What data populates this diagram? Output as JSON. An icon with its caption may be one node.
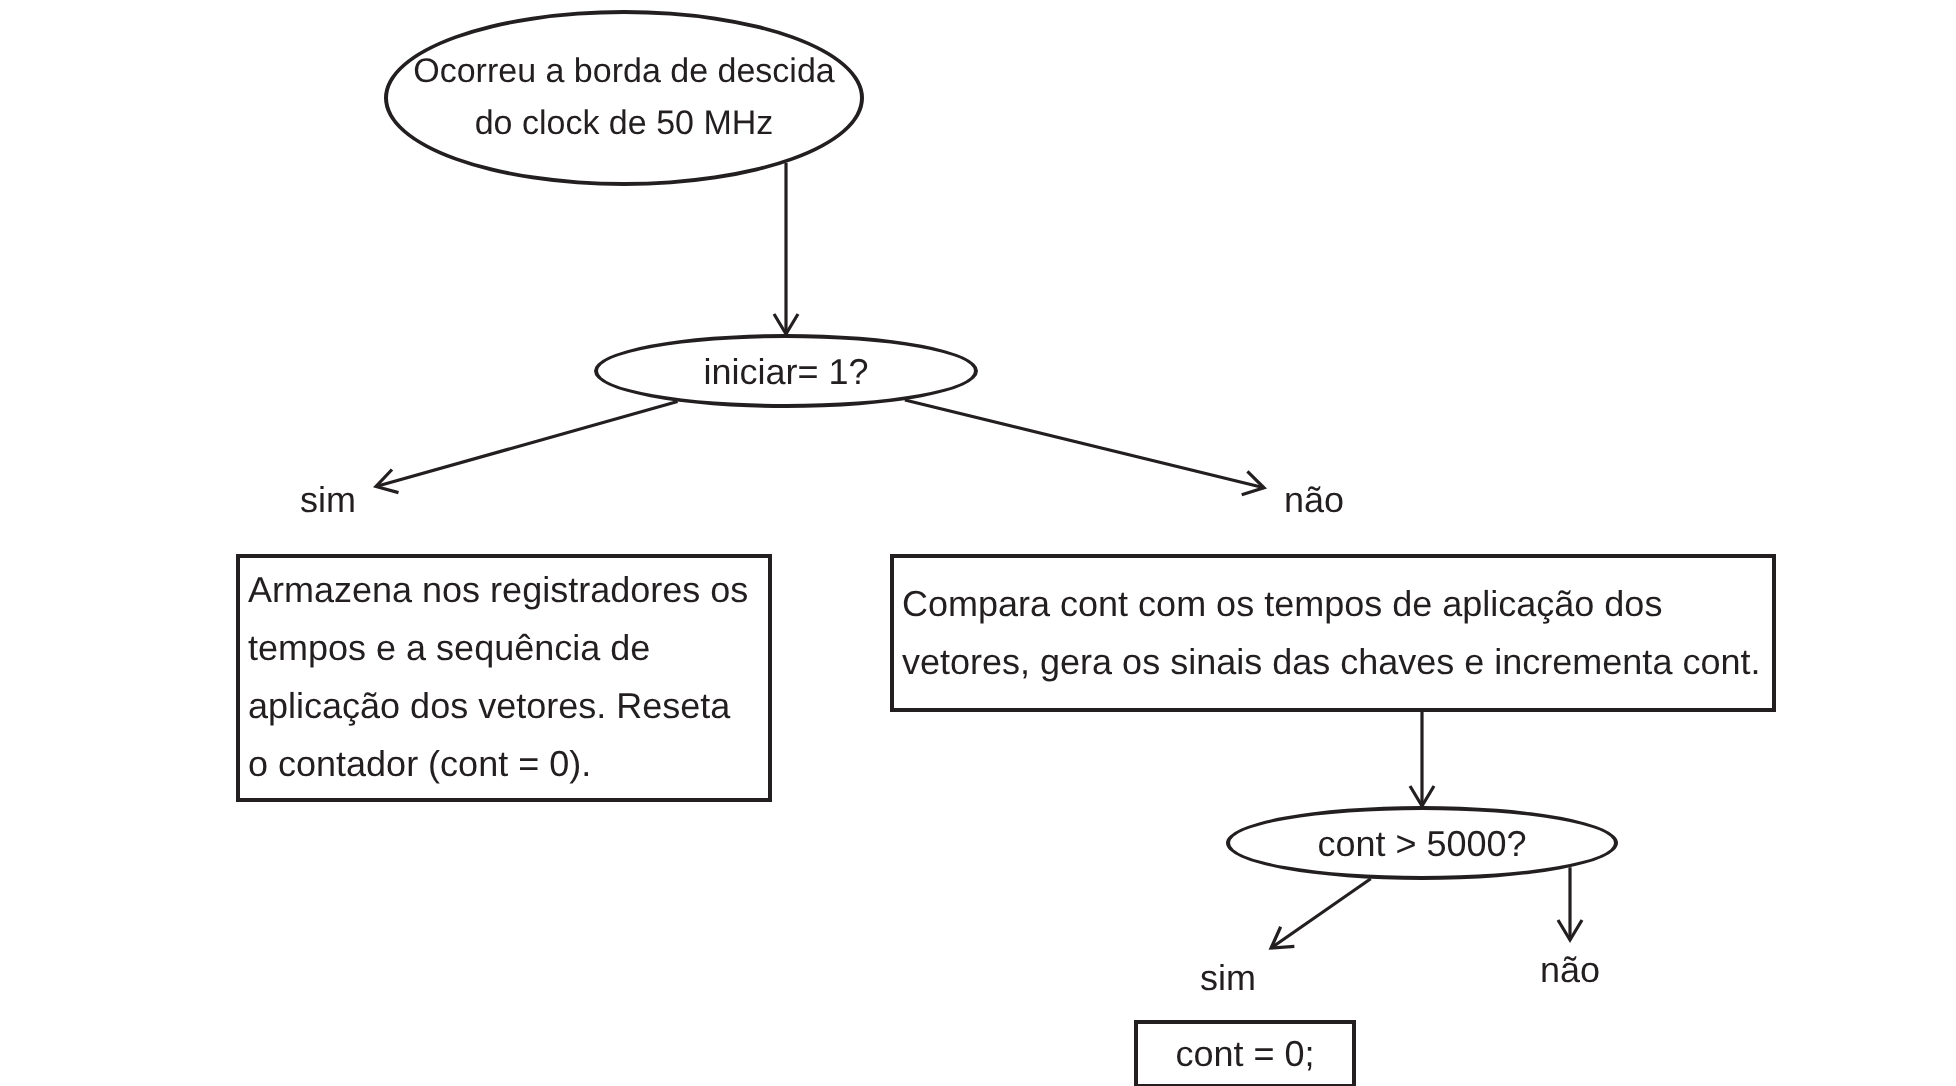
{
  "diagram": {
    "nodes": [
      {
        "text": [
          "Ocorreu a borda de descida do clock de 50 MHz"
        ]
      },
      {
        "text": [
          "iniciar= 1?"
        ]
      },
      {
        "text": [
          "sim"
        ]
      },
      {
        "text": [
          "não"
        ]
      },
      {
        "text": [
          "Armazena nos registradores os tempos e a sequência de aplicação dos vetores. Reseta o contador (cont = 0)."
        ]
      },
      {
        "text": [
          "Compara cont com os tempos de aplicação dos vetores, gera os sinais das chaves e incrementa cont."
        ]
      },
      {
        "text": [
          "cont > 5000?"
        ]
      },
      {
        "text": [
          "sim"
        ]
      },
      {
        "text": [
          "não"
        ]
      },
      {
        "text": [
          "cont = 0;"
        ]
      }
    ],
    "edges": [
      {
        "from": 0,
        "to": 1,
        "arrow": "to"
      },
      {
        "from": 1,
        "to": 2,
        "arrow": "to"
      },
      {
        "from": 1,
        "to": 3,
        "arrow": "to"
      },
      {
        "from": 5,
        "to": 6,
        "arrow": "to"
      },
      {
        "from": 6,
        "to": 7,
        "arrow": "to"
      },
      {
        "from": 6,
        "to": 8,
        "arrow": "to"
      }
    ]
  }
}
